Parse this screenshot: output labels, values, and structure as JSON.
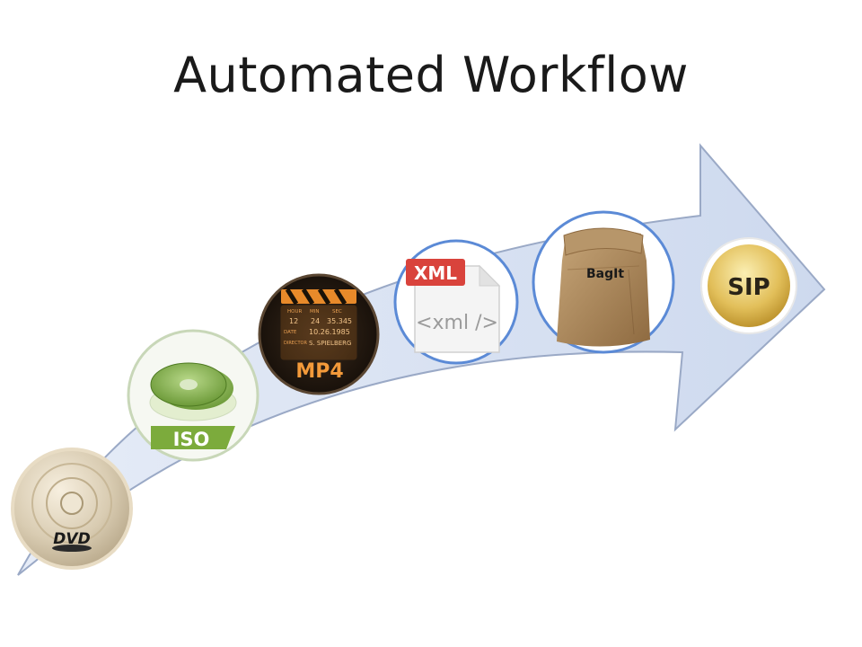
{
  "slide": {
    "title": "Automated Workflow"
  },
  "workflow": {
    "steps": [
      {
        "label": "DVD",
        "icon": "dvd-disc-icon"
      },
      {
        "label": "ISO",
        "icon": "iso-disc-stack-icon"
      },
      {
        "label": "MP4",
        "icon": "clapperboard-icon",
        "slate": {
          "headers": [
            "HOUR",
            "MIN",
            "SEC"
          ],
          "values": [
            "12",
            "24",
            "35.345"
          ],
          "date_label": "DATE",
          "date": "10.26.1985",
          "director_label": "DIRECTOR",
          "director": "S. SPIELBERG"
        }
      },
      {
        "label": "XML",
        "icon": "xml-file-icon",
        "code": "<xml />"
      },
      {
        "label": "BagIt",
        "icon": "paper-bag-icon"
      },
      {
        "label": "SIP",
        "icon": "gold-seal-icon"
      }
    ]
  },
  "colors": {
    "arrow_fill": "#d9e3f3",
    "arrow_stroke": "#9aa9c6",
    "circle_stroke": "#5b8ad6",
    "iso_green": "#7cab3c",
    "xml_red": "#d9433c",
    "bag_brown": "#a8855b",
    "sip_gold": "#d8b24a",
    "mp4_orange": "#e88a2a"
  }
}
